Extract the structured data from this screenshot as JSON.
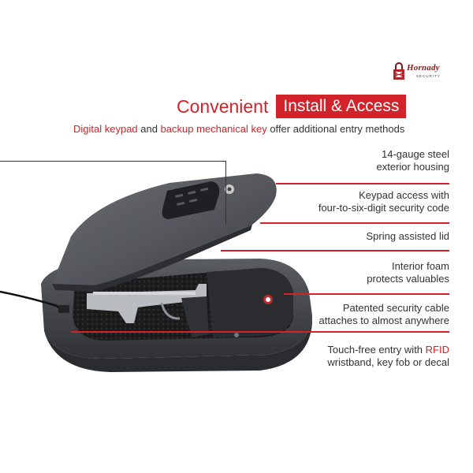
{
  "brand": {
    "name": "Hornady",
    "sub": "SECURITY"
  },
  "headline": {
    "part1": "Convenient",
    "part2": "Install & Access"
  },
  "subheadline": {
    "red1": "Digital keypad",
    "text1": " and ",
    "red2": "backup mechanical key",
    "text2": " offer additional entry methods"
  },
  "features": [
    {
      "line1": "14-gauge steel",
      "line2": "exterior housing"
    },
    {
      "line1": "Keypad access with",
      "line2": "four-to-six-digit security code"
    },
    {
      "line1": "Spring assisted lid"
    },
    {
      "line1": "Interior foam",
      "line2": "protects valuables"
    },
    {
      "line1": "Patented security cable",
      "line2": "attaches to almost anywhere"
    },
    {
      "line1_pre": "Touch-free entry with ",
      "line1_red": "RFID",
      "line2": "wristband, key fob or decal"
    }
  ],
  "colors": {
    "accent": "#d2232a",
    "safe_body": "#4a4d52",
    "text": "#333333"
  }
}
